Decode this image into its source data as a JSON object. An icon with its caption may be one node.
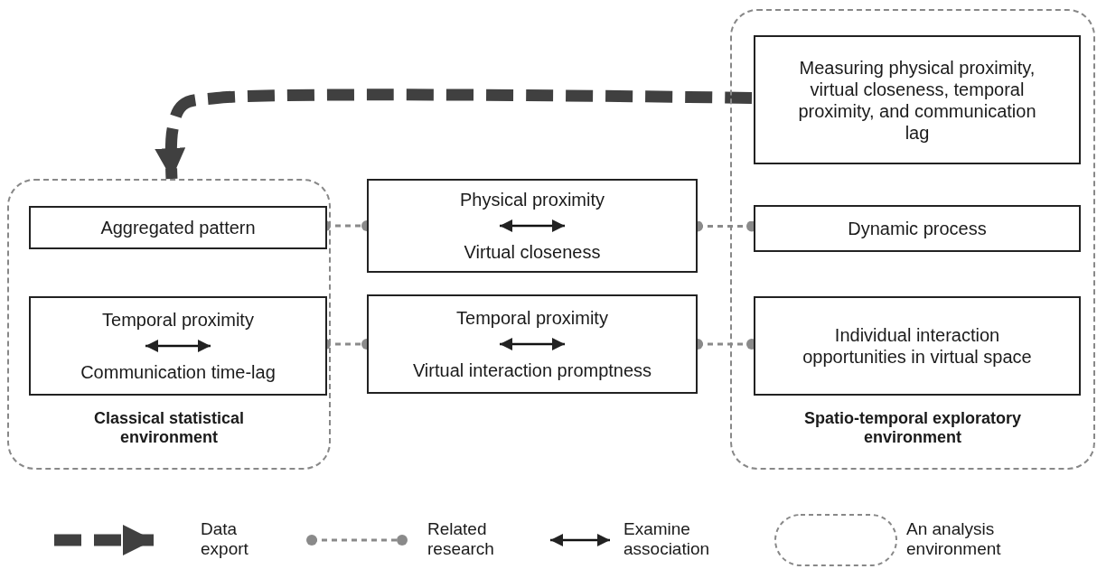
{
  "diagram": {
    "nodes": [
      {
        "text": [
          "Classical statistical environment"
        ]
      },
      {
        "text": [
          "Aggregated pattern"
        ],
        "in": 0
      },
      {
        "text": [
          "Temporal proximity",
          "Communication time-lag"
        ],
        "in": 0
      },
      {
        "text": [
          "Physical proximity",
          "Virtual closeness"
        ]
      },
      {
        "text": [
          "Temporal proximity",
          "Virtual interaction promptness"
        ]
      },
      {
        "text": [
          "Spatio-temporal exploratory environment"
        ]
      },
      {
        "text": [
          "Measuring physical proximity, virtual closeness, temporal proximity, and communication lag"
        ],
        "in": 5
      },
      {
        "text": [
          "Dynamic process"
        ],
        "in": 5
      },
      {
        "text": [
          "Individual interaction opportunities in virtual space"
        ],
        "in": 5
      }
    ],
    "edges": [
      {
        "from": 6,
        "to": 0,
        "arrow": "to",
        "style": "dashed",
        "color": "#404040"
      },
      {
        "from": 1,
        "to": 3,
        "arrow": "other"
      },
      {
        "from": 3,
        "to": 7,
        "arrow": "other"
      },
      {
        "from": 2,
        "to": 4,
        "arrow": "other"
      },
      {
        "from": 4,
        "to": 8,
        "arrow": "other"
      }
    ],
    "legend": [
      {
        "text": "Data export"
      },
      {
        "text": "Related research"
      },
      {
        "text": "Examine association"
      },
      {
        "text": "An analysis environment"
      }
    ]
  }
}
